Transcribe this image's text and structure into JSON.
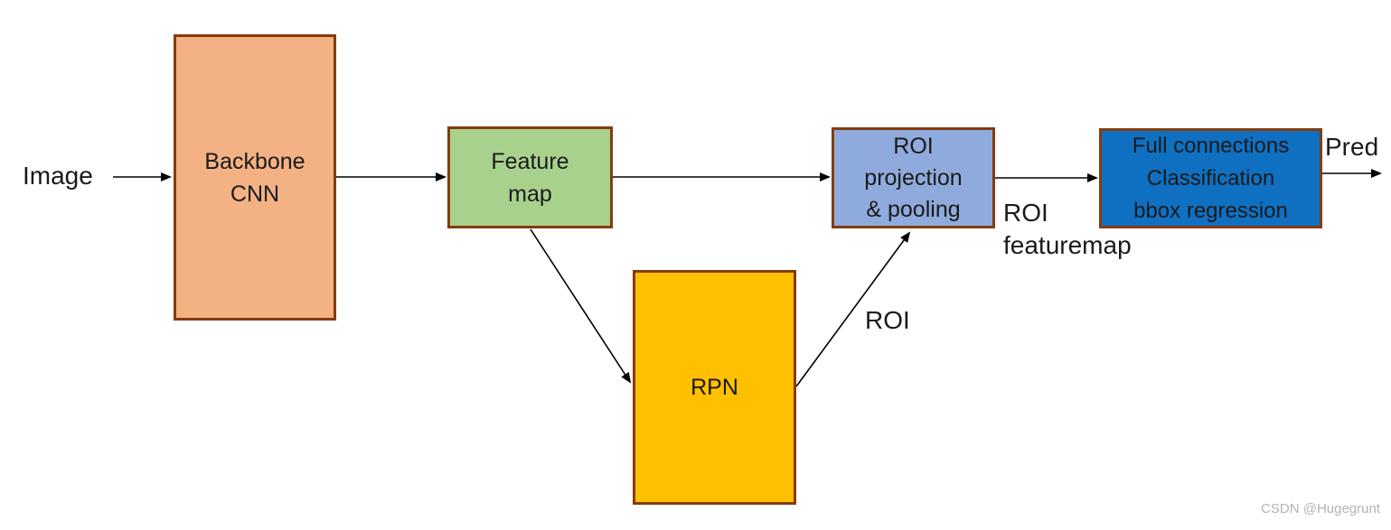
{
  "diagram": {
    "text_color": "#1a1a1a",
    "arrow_color": "#000000",
    "nodes": {
      "backbone": {
        "label": "Backbone\nCNN",
        "fill": "#F4B183",
        "border": "#843C0C"
      },
      "feature_map": {
        "label": "Feature\nmap",
        "fill": "#A9D18E",
        "border": "#843C0C"
      },
      "roi_pooling": {
        "label": "ROI\nprojection\n& pooling",
        "fill": "#8FAADC",
        "border": "#843C0C"
      },
      "rpn": {
        "label": "RPN",
        "fill": "#FFC000",
        "border": "#843C0C"
      },
      "fc_head": {
        "label": "Full connections\nClassification\nbbox regression",
        "fill": "#0F70C2",
        "border": "#843C0C"
      }
    },
    "labels": {
      "input": "Image",
      "output": "Pred",
      "roi": "ROI",
      "roi_featuremap": "ROI\nfeaturemap"
    }
  },
  "watermark": {
    "text": "CSDN @Hugegrunt",
    "color": "#B3B3B3"
  }
}
